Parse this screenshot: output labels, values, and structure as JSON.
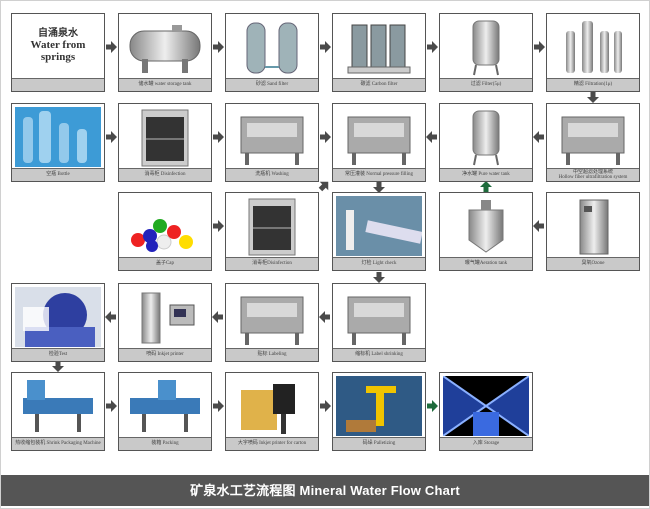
{
  "source": {
    "title_cn": "自涌泉水",
    "title_en_1": "Water from",
    "title_en_2": "springs"
  },
  "steps": [
    {
      "id": "water-storage-tank",
      "label": "储水罐 water storage tank",
      "icon": "horizontal-tank-icon"
    },
    {
      "id": "sand-filter",
      "label": "砂滤 Sand filter",
      "icon": "twin-filter-tank-icon"
    },
    {
      "id": "carbon-filter",
      "label": "碳滤 Carbon filter",
      "icon": "triple-filter-tank-icon"
    },
    {
      "id": "filter-5u",
      "label": "过滤 Filter(5μ)",
      "icon": "vertical-tank-icon"
    },
    {
      "id": "filtration-1u",
      "label": "精滤 Filtration(1μ)",
      "icon": "cartridge-filter-icon"
    },
    {
      "id": "bottle",
      "label": "空瓶 Bottle",
      "icon": "bottles-photo-icon"
    },
    {
      "id": "disinfection-1",
      "label": "消毒柜 Disinfection",
      "icon": "disinfection-cabinet-icon"
    },
    {
      "id": "washing",
      "label": "洗瓶机 Washing",
      "icon": "washing-machine-icon"
    },
    {
      "id": "filling",
      "label": "常压灌装 Normal pressure filling",
      "icon": "filling-machine-icon"
    },
    {
      "id": "pure-water-tank",
      "label": "净水罐 Pure water tank",
      "icon": "vertical-tank-icon"
    },
    {
      "id": "ultrafiltration",
      "label": "中空超滤处理系统",
      "label2": "Hollow fiber ultrafiltration system",
      "icon": "ultrafiltration-rack-icon"
    },
    {
      "id": "cap",
      "label": "盖子Cap",
      "icon": "caps-icon"
    },
    {
      "id": "disinfection-2",
      "label": "消毒柜Disinfection",
      "icon": "disinfection-cabinet-icon"
    },
    {
      "id": "light-check",
      "label": "灯检 Light check",
      "icon": "factory-photo-icon"
    },
    {
      "id": "aeration-tank",
      "label": "曝气罐Aeration tank",
      "icon": "mixing-tank-icon"
    },
    {
      "id": "ozone",
      "label": "臭氧Ozone",
      "icon": "ozone-cabinet-icon"
    },
    {
      "id": "test",
      "label": "检验Test",
      "icon": "lab-photo-icon"
    },
    {
      "id": "inkjet-printer",
      "label": "喷码 Inkjet printer",
      "icon": "inkjet-printer-icon"
    },
    {
      "id": "labeling",
      "label": "贴标 Labeling",
      "icon": "labeling-machine-icon"
    },
    {
      "id": "label-shrinking",
      "label": "缩标机 Label shrinking",
      "icon": "conveyor-machine-icon"
    },
    {
      "id": "shrink-packaging",
      "label": "热收缩包装机 Shrink Packaging Machine",
      "icon": "shrink-wrapper-icon"
    },
    {
      "id": "packing",
      "label": "装箱 Packing",
      "icon": "packing-machine-icon"
    },
    {
      "id": "carton-printer",
      "label": "大字喷码 Inkjet printer for carton",
      "icon": "carton-printer-icon"
    },
    {
      "id": "palletizing",
      "label": "码垛 Palletizing",
      "icon": "robot-arm-photo-icon"
    },
    {
      "id": "storage",
      "label": "入库 Storage",
      "icon": "warehouse-photo-icon"
    }
  ],
  "colors": {
    "arrow": "#4a4a4a",
    "arrow_green": "#1e6b3c",
    "footer": "#555555",
    "label_strip": "#c9c9c9"
  },
  "footer": {
    "title": "矿泉水工艺流程图  Mineral Water Flow Chart"
  }
}
